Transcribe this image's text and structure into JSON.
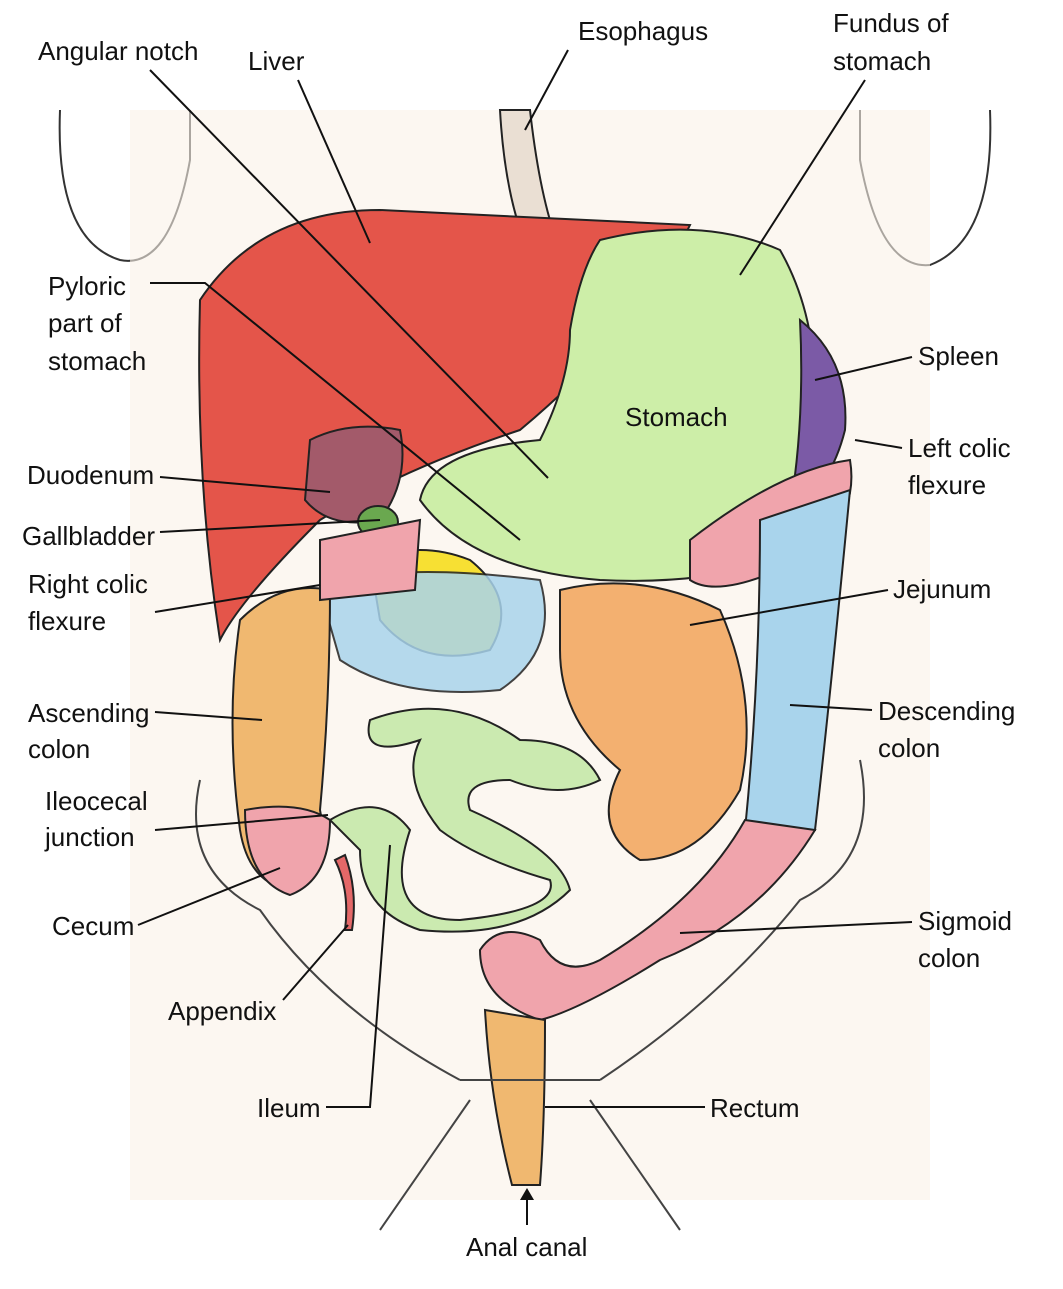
{
  "title": "Abdominal organs",
  "labels": {
    "angular_notch": "Angular notch",
    "liver": "Liver",
    "esophagus": "Esophagus",
    "fundus_1": "Fundus of",
    "fundus_2": "stomach",
    "pyloric_1": "Pyloric",
    "pyloric_2": "part of",
    "pyloric_3": "stomach",
    "spleen": "Spleen",
    "stomach": "Stomach",
    "left_colic_1": "Left colic",
    "left_colic_2": "flexure",
    "duodenum": "Duodenum",
    "gallbladder": "Gallbladder",
    "right_colic_1": "Right colic",
    "right_colic_2": "flexure",
    "jejunum": "Jejunum",
    "ascending_1": "Ascending",
    "ascending_2": "colon",
    "descending_1": "Descending",
    "descending_2": "colon",
    "ileocecal_1": "Ileocecal",
    "ileocecal_2": "junction",
    "cecum": "Cecum",
    "sigmoid_1": "Sigmoid",
    "sigmoid_2": "colon",
    "appendix": "Appendix",
    "ileum": "Ileum",
    "rectum": "Rectum",
    "anal_canal": "Anal canal"
  },
  "colors": {
    "liver": "#e4554a",
    "stomach": "#cdeea8",
    "spleen": "#7b5aa6",
    "colon_asc": "#f0b870",
    "colon_desc": "#a9d4ec",
    "sigmoid": "#f0a4ac",
    "small_intestine": "#cbeab0",
    "jejunum": "#f3b070",
    "pancreas": "#f7e033",
    "duodenum": "#a35a6a",
    "body": "#faf1e8"
  }
}
